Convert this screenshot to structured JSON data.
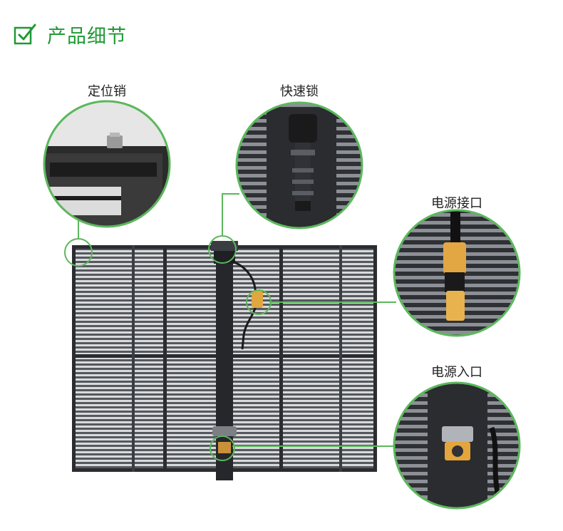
{
  "header": {
    "title": "产品细节",
    "icon": "checkbox-check-icon"
  },
  "details": [
    {
      "id": "locating-pin",
      "label": "定位销"
    },
    {
      "id": "quick-lock",
      "label": "快速锁"
    },
    {
      "id": "power-connector",
      "label": "电源接口"
    },
    {
      "id": "power-inlet",
      "label": "电源入口"
    }
  ],
  "colors": {
    "accent": "#1e9a33",
    "line": "#5cb85c",
    "text": "#222222"
  }
}
